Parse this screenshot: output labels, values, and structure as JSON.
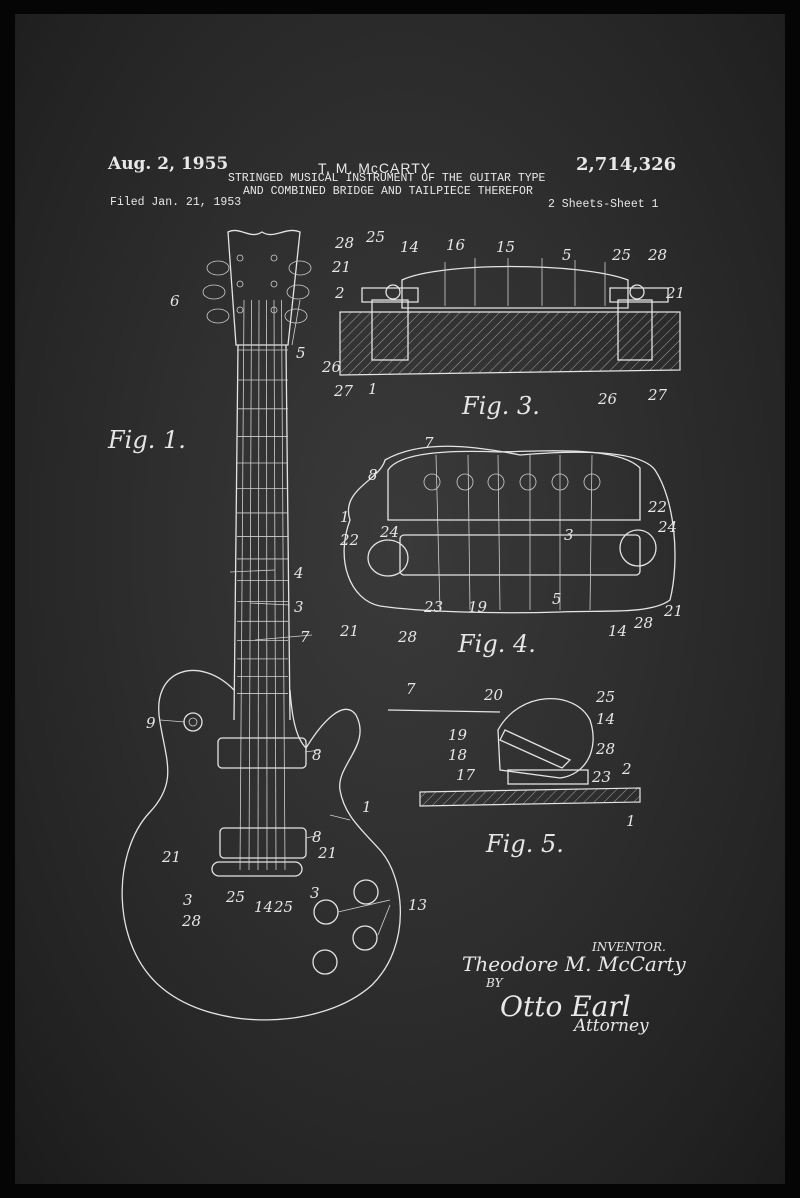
{
  "header": {
    "date": "Aug. 2, 1955",
    "inventor_name": "T. M. McCARTY",
    "patent_number": "2,714,326",
    "title_line1": "STRINGED MUSICAL INSTRUMENT OF THE GUITAR TYPE",
    "title_line2": "AND COMBINED BRIDGE AND TAILPIECE THEREFOR",
    "filed": "Filed Jan. 21, 1953",
    "sheets": "2 Sheets-Sheet 1"
  },
  "figures": {
    "fig1": "Fig. 1.",
    "fig3": "Fig. 3.",
    "fig4": "Fig. 4.",
    "fig5": "Fig. 5."
  },
  "numerals": {
    "n6": "6",
    "n5": "5",
    "n4": "4",
    "n3": "3",
    "n7": "7",
    "n9": "9",
    "n8a": "8",
    "n8b": "8",
    "n1": "1",
    "n21a": "21",
    "n21b": "21",
    "n28": "28",
    "n25a": "25",
    "n14": "14",
    "n25b": "25",
    "n13": "13",
    "n3a": "3",
    "n3b": "3",
    "f3_28a": "28",
    "f3_25a": "25",
    "f3_14": "14",
    "f3_16": "16",
    "f3_15": "15",
    "f3_5": "5",
    "f3_25b": "25",
    "f3_28b": "28",
    "f3_21a": "21",
    "f3_2": "2",
    "f3_26a": "26",
    "f3_27a": "27",
    "f3_1": "1",
    "f3_26b": "26",
    "f3_27b": "27",
    "f3_21b": "21",
    "f4_7": "7",
    "f4_8": "8",
    "f4_1": "1",
    "f4_22a": "22",
    "f4_24a": "24",
    "f4_22b": "22",
    "f4_24b": "24",
    "f4_3": "3",
    "f4_21a": "21",
    "f4_28a": "28",
    "f4_23": "23",
    "f4_19": "19",
    "f4_14": "14",
    "f4_28b": "28",
    "f4_21b": "21",
    "f4_5": "5",
    "f5_7": "7",
    "f5_20": "20",
    "f5_25": "25",
    "f5_14": "14",
    "f5_19": "19",
    "f5_18": "18",
    "f5_28": "28",
    "f5_17": "17",
    "f5_23": "23",
    "f5_2": "2",
    "f5_1": "1"
  },
  "signature": {
    "inventor_label": "INVENTOR.",
    "inventor_signature": "Theodore M. McCarty",
    "by": "BY",
    "attorney_signature": "Otto Earl",
    "attorney_label": "Attorney"
  },
  "colors": {
    "background": "#2e2e2e",
    "frame": "#050505",
    "ink": "#e4e4e4"
  }
}
